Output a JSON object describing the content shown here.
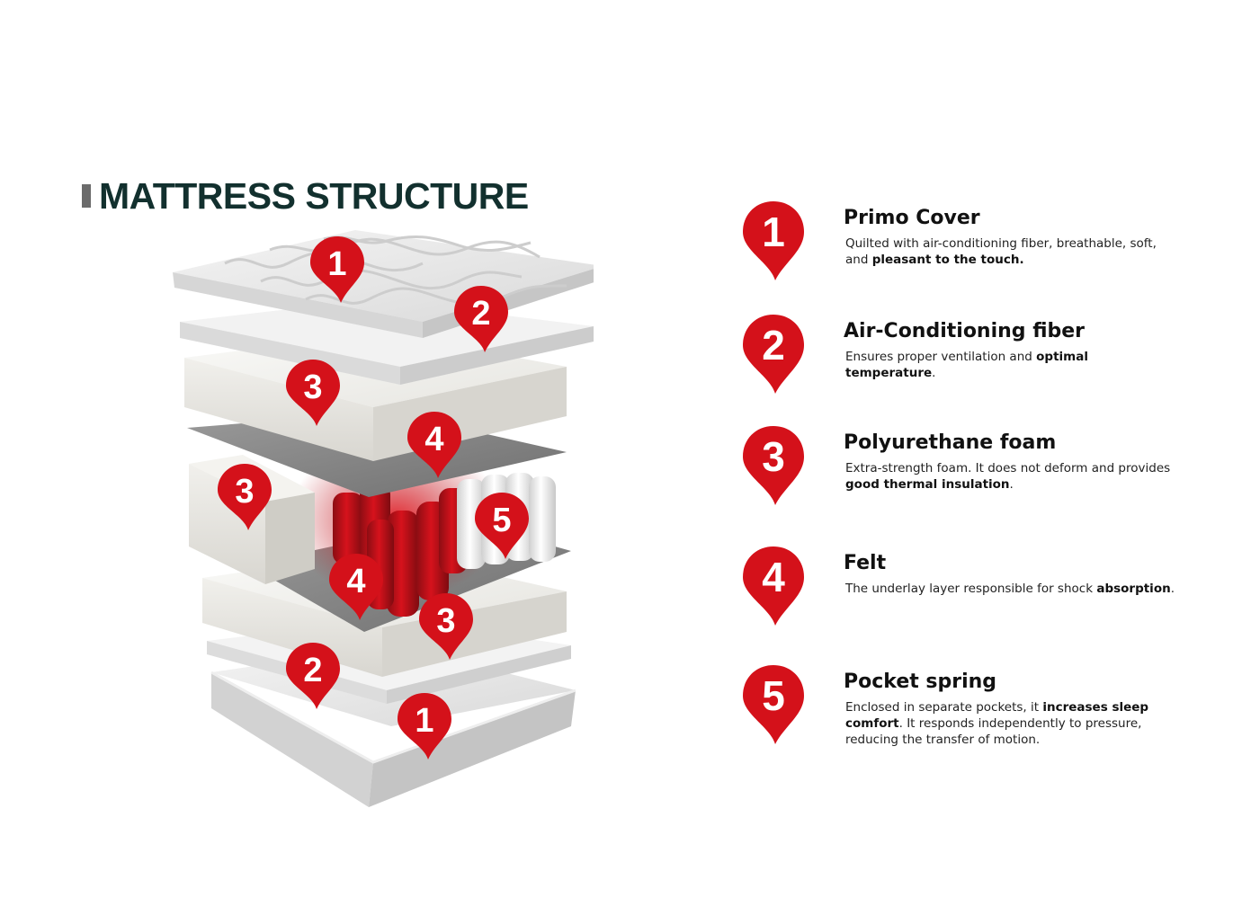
{
  "title": "MATTRESS STRUCTURE",
  "colors": {
    "pin": "#d4111a",
    "title": "#12302e",
    "felt": "#8a8a8a",
    "spring": "#c3131b"
  },
  "diagram_markers": [
    "1",
    "2",
    "3",
    "4",
    "3",
    "5",
    "4",
    "3",
    "2",
    "1"
  ],
  "legend": [
    {
      "number": "1",
      "heading": "Primo Cover",
      "desc": [
        {
          "t": "Quilted with air-conditioning fiber, breathable, soft, and ",
          "b": false
        },
        {
          "t": "pleasant to the touch.",
          "b": true
        }
      ]
    },
    {
      "number": "2",
      "heading": "Air-Conditioning fiber",
      "desc": [
        {
          "t": "Ensures proper ventilation and ",
          "b": false
        },
        {
          "t": "optimal temperature",
          "b": true
        },
        {
          "t": ".",
          "b": false
        }
      ]
    },
    {
      "number": "3",
      "heading": "Polyurethane foam",
      "desc": [
        {
          "t": "Extra-strength foam. It does not deform and provides ",
          "b": false
        },
        {
          "t": "good thermal insulation",
          "b": true
        },
        {
          "t": ".",
          "b": false
        }
      ]
    },
    {
      "number": "4",
      "heading": "Felt",
      "desc": [
        {
          "t": "The underlay layer responsible for shock ",
          "b": false
        },
        {
          "t": "absorption",
          "b": true
        },
        {
          "t": ".",
          "b": false
        }
      ]
    },
    {
      "number": "5",
      "heading": "Pocket spring",
      "desc": [
        {
          "t": "Enclosed in separate pockets, it ",
          "b": false
        },
        {
          "t": "increases sleep comfort",
          "b": true
        },
        {
          "t": ". It responds independently to pressure, reducing the transfer of motion.",
          "b": false
        }
      ]
    }
  ]
}
